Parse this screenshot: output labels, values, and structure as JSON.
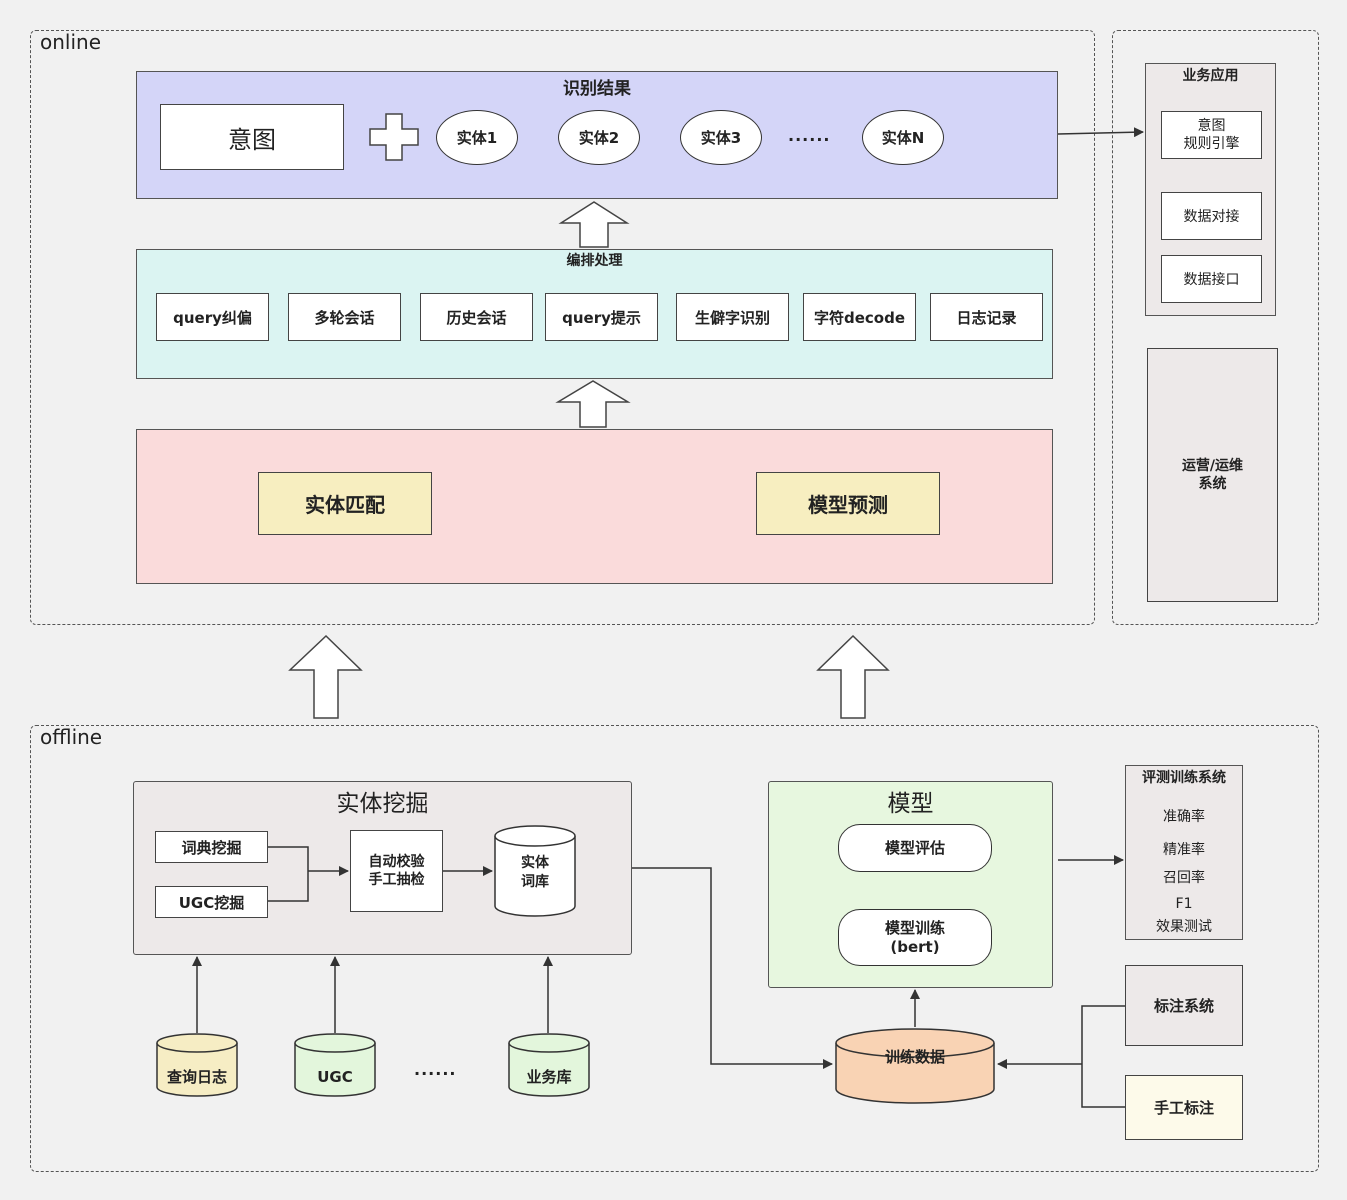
{
  "online": {
    "label": "online",
    "recognition": {
      "title": "识别结果",
      "intent": "意图",
      "entities": [
        "实体1",
        "实体2",
        "实体3",
        "实体N"
      ],
      "ellipsis": "......"
    },
    "orchestration": {
      "title": "编排处理",
      "items": [
        "query纠偏",
        "多轮会话",
        "历史会话",
        "query提示",
        "生僻字识别",
        "字符decode",
        "日志记录"
      ]
    },
    "matching": {
      "entity_match": "实体匹配",
      "model_predict": "模型预测"
    }
  },
  "business": {
    "title": "业务应用",
    "items": [
      {
        "line1": "意图",
        "line2": "规则引擎"
      },
      {
        "line1": "数据对接",
        "line2": ""
      },
      {
        "line1": "数据接口",
        "line2": ""
      }
    ],
    "ops": {
      "line1": "运营/运维",
      "line2": "系统"
    }
  },
  "offline": {
    "label": "offline",
    "mining": {
      "title": "实体挖掘",
      "dict": "词典挖掘",
      "ugc": "UGC挖掘",
      "verify_line1": "自动校验",
      "verify_line2": "手工抽检",
      "lexicon_line1": "实体",
      "lexicon_line2": "词库"
    },
    "sources": [
      "查询日志",
      "UGC",
      "业务库"
    ],
    "sources_ellipsis": "......",
    "model": {
      "title": "模型",
      "eval": "模型评估",
      "train_line1": "模型训练",
      "train_line2": "(bert)"
    },
    "training_data": "训练数据",
    "eval_system": {
      "title": "评测训练系统",
      "items": [
        "准确率",
        "精准率",
        "召回率",
        "F1",
        "效果测试"
      ]
    },
    "annotation": "标注系统",
    "manual": "手工标注"
  },
  "colors": {
    "recognition_bg": "#d4d5f8",
    "orchestration_bg": "#dbf4f2",
    "matching_bg": "#fadbdb",
    "matching_box": "#f7eec0",
    "gray_panel": "#ede9e9",
    "model_panel": "#e7f7df",
    "training_data": "#f9d3b4",
    "src_log": "#f6edc4",
    "src_green": "#e3f6dc",
    "manual_bg": "#fdfaea"
  }
}
